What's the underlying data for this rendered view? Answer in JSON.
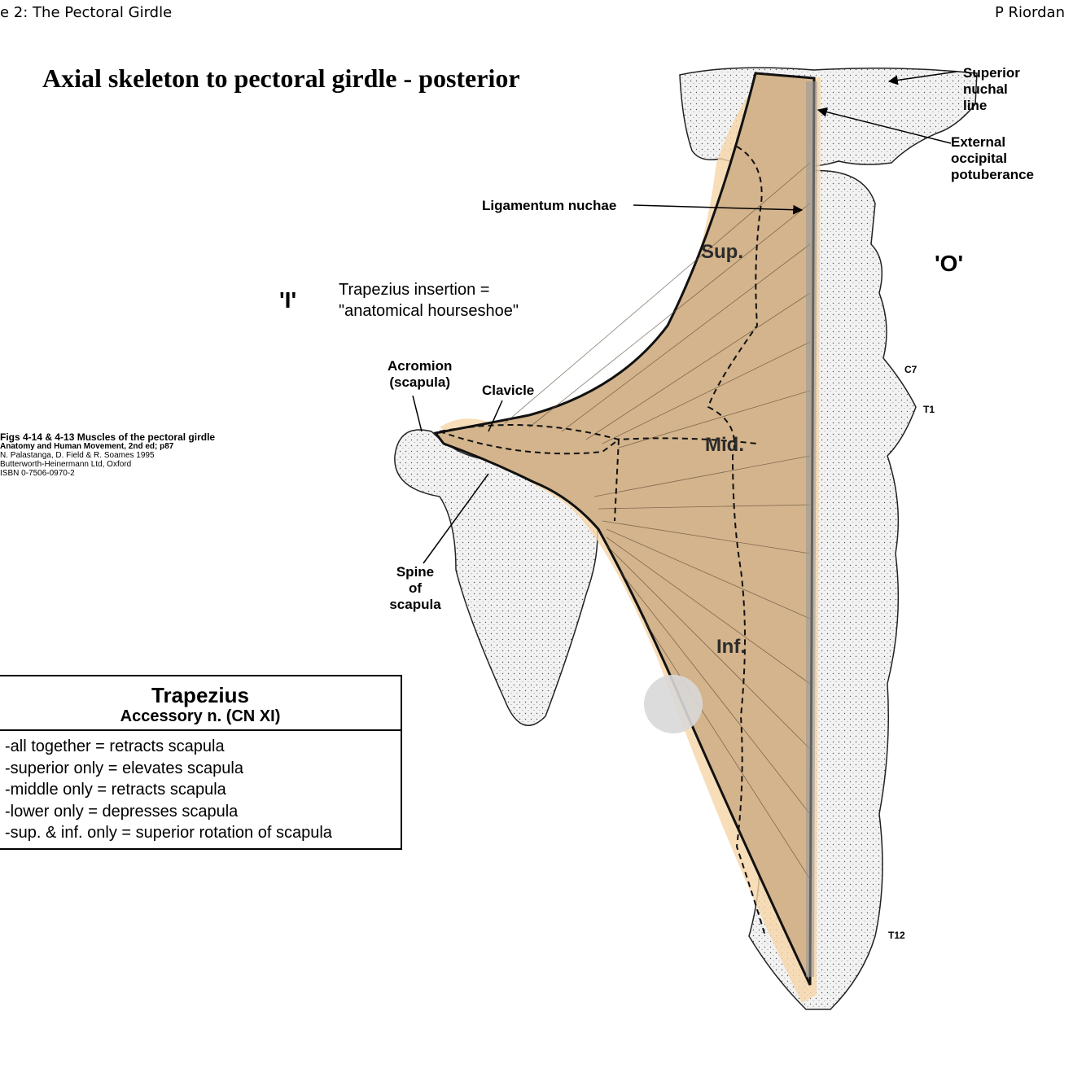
{
  "header": {
    "left": "e 2: The Pectoral Girdle",
    "right": "P Riordan"
  },
  "title": "Axial skeleton to pectoral girdle - posterior",
  "labels": {
    "superior_nuchal_line": [
      "Superior",
      "nuchal",
      "line"
    ],
    "external_occipital_protuberance": [
      "External",
      "occipital",
      "potuberance"
    ],
    "ligamentum_nuchae": "Ligamentum nuchae",
    "origin_marker": "'O'",
    "insertion_marker": "'I'",
    "insertion_note": [
      "Trapezius insertion =",
      "\"anatomical hourseshoe\""
    ],
    "acromion": [
      "Acromion",
      "(scapula)"
    ],
    "clavicle": "Clavicle",
    "spine_of_scapula": [
      "Spine",
      "of",
      "scapula"
    ],
    "c7": "C7",
    "t1": "T1",
    "t12": "T12",
    "sup": "Sup.",
    "mid": "Mid.",
    "inf": "Inf."
  },
  "citation": [
    "Figs 4-14 & 4-13 Muscles of the pectoral girdle",
    "Anatomy and Human Movement, 2nd ed; p87",
    "N. Palastanga, D. Field & R. Soames 1995",
    "Butterworth-Heinermann Ltd, Oxford",
    "ISBN 0-7506-0970-2"
  ],
  "summary_box": {
    "name": "Trapezius",
    "nerve": "Accessory n. (CN XI)",
    "actions": [
      "-all together = retracts scapula",
      "-superior only = elevates scapula",
      "-middle only = retracts scapula",
      "-lower only = depresses scapula",
      "-sup. & inf. only = superior rotation of scapula"
    ]
  },
  "colors": {
    "muscle_fill": "#d4b48c",
    "muscle_shadow": "#f6d4a8",
    "bone_fill": "#efefef",
    "highlight": "#d8d8d8"
  }
}
